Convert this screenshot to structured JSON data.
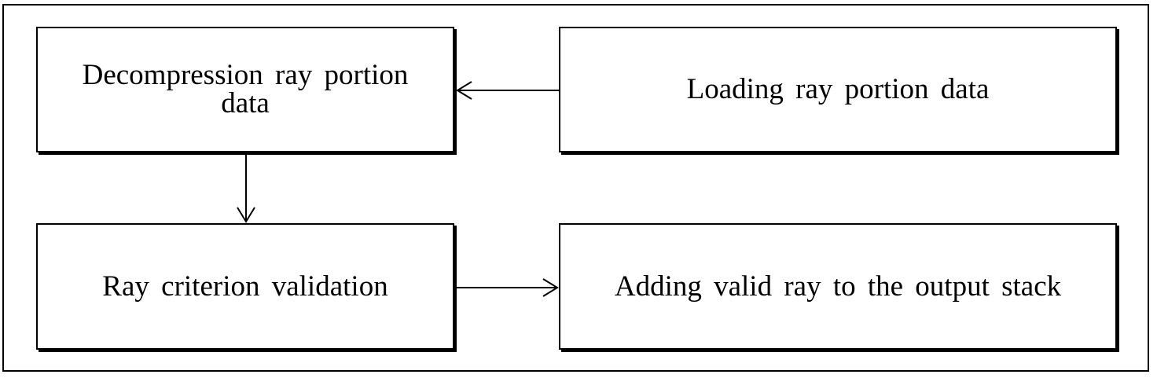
{
  "diagram": {
    "nodes": {
      "decompress": {
        "label": "Decompression ray portion data"
      },
      "loading": {
        "label": "Loading ray portion data"
      },
      "validation": {
        "label": "Ray criterion validation"
      },
      "adding": {
        "label": "Adding valid ray to the output stack"
      }
    },
    "edges": [
      {
        "from": "loading",
        "to": "decompress"
      },
      {
        "from": "decompress",
        "to": "validation"
      },
      {
        "from": "validation",
        "to": "adding"
      }
    ],
    "colors": {
      "stroke": "#000000",
      "background": "#ffffff"
    }
  }
}
